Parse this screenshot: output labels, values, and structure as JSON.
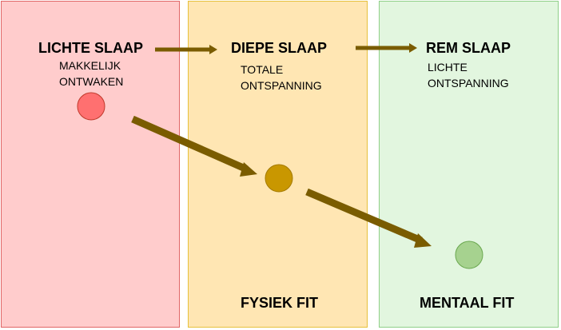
{
  "stages": [
    {
      "title": "LICHTE SLAAP",
      "lines": [
        "MAKKELIJK",
        "ONTWAKEN"
      ]
    },
    {
      "title": "DIEPE SLAAP",
      "lines": [
        "TOTALE",
        "ONTSPANNING"
      ]
    },
    {
      "title": "REM SLAAP",
      "lines": [
        "LICHTE",
        "ONTSPANNING"
      ]
    }
  ],
  "outcomes": {
    "physical": "FYSIEK FIT",
    "mental": "MENTAAL FIT"
  },
  "colors": {
    "panel_light": "#ffcccc",
    "panel_deep": "#ffe6b3",
    "panel_rem": "#e2f6df",
    "arrow": "#7a5c00",
    "dot_light": "#ff7070",
    "dot_deep": "#c99700",
    "dot_rem": "#a6d28f"
  }
}
